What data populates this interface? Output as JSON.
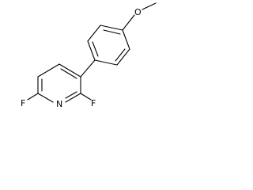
{
  "atoms": {
    "fluorine_left": "F",
    "nitrogen": "N",
    "fluorine_right": "F",
    "oxygen": "O"
  }
}
